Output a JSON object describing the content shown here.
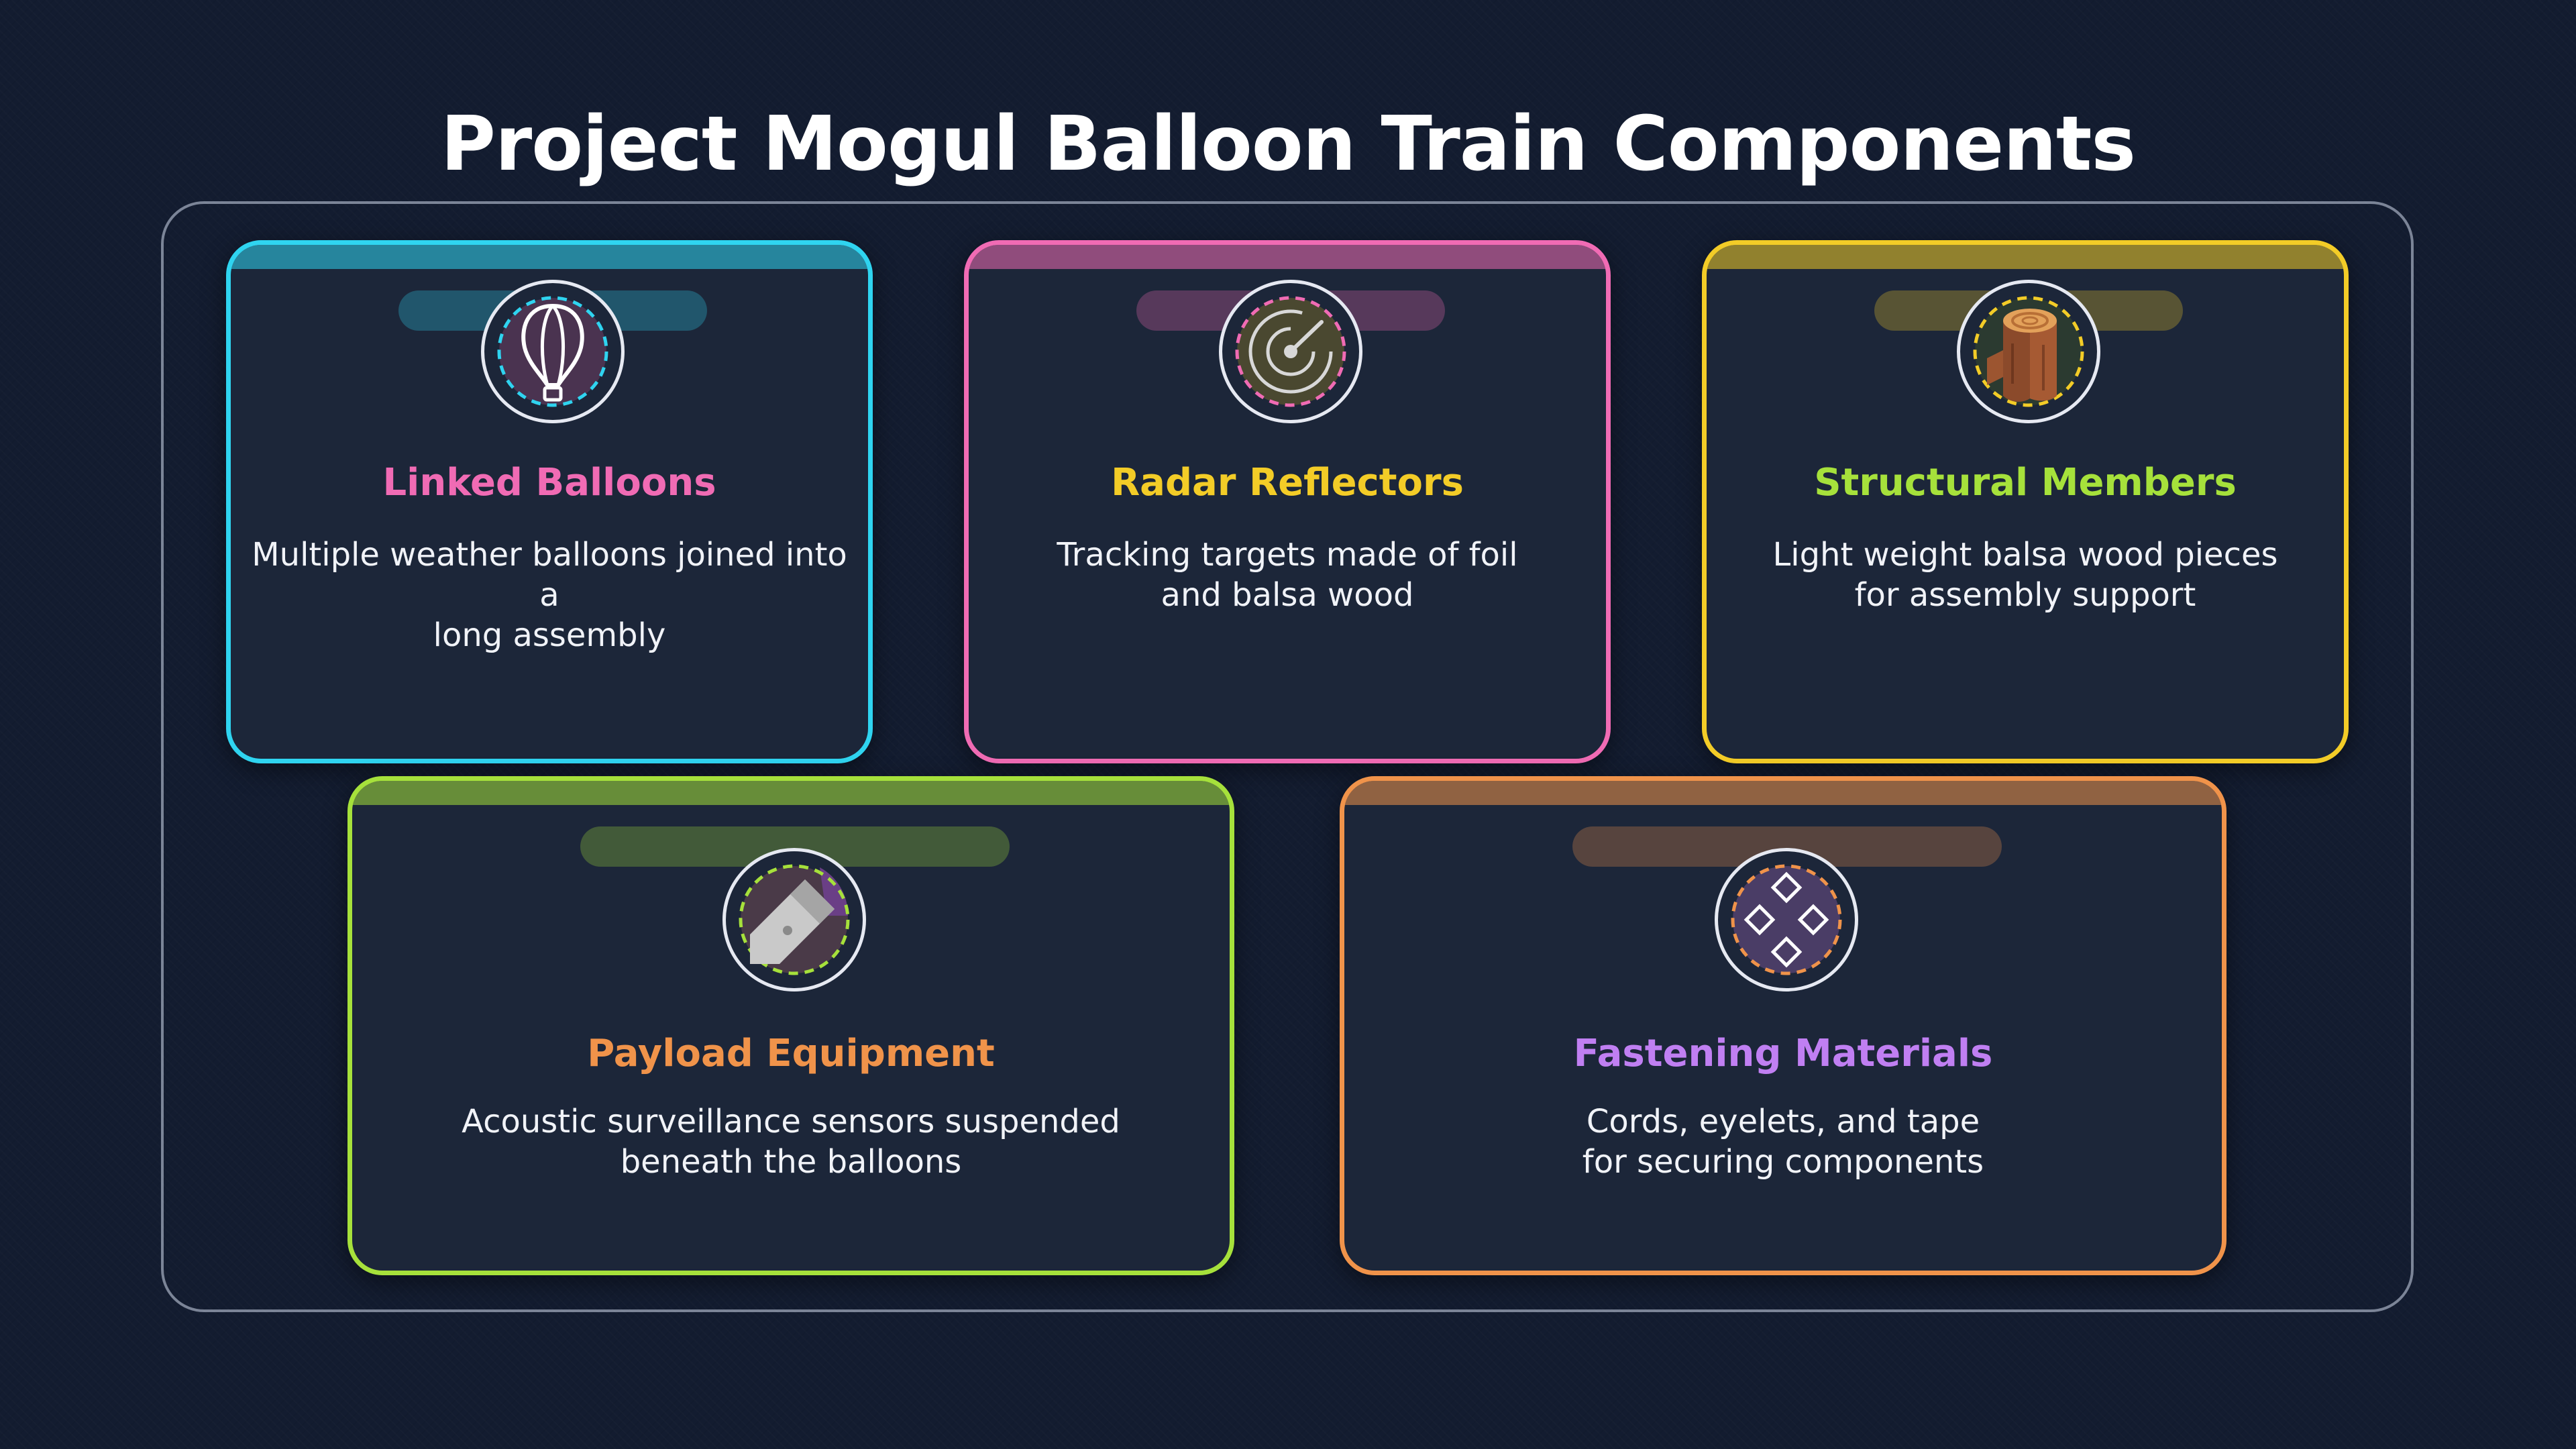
{
  "title": "Project Mogul Balloon Train Components",
  "colors": {
    "background": "#131c30",
    "card": "#1c2639",
    "cyan": "#2fd4f0",
    "pink": "#f06bb4",
    "yellow": "#f3cc27",
    "lime": "#a6e13b",
    "orange": "#f0934a",
    "purple": "#c07ff2"
  },
  "cards": [
    {
      "title": "Linked Balloons",
      "description": "Multiple weather balloons joined into a\nlong assembly",
      "icon": "hot-air-balloon-icon",
      "border_color": "#2fd4f0",
      "title_color": "#f06bb4"
    },
    {
      "title": "Radar Reflectors",
      "description": "Tracking targets made of foil\nand balsa wood",
      "icon": "radar-icon",
      "border_color": "#f06bb4",
      "title_color": "#f3cc27"
    },
    {
      "title": "Structural Members",
      "description": "Light weight balsa wood pieces\nfor assembly support",
      "icon": "wood-log-icon",
      "border_color": "#f3cc27",
      "title_color": "#a6e13b"
    },
    {
      "title": "Payload Equipment",
      "description": "Acoustic surveillance sensors suspended\nbeneath the balloons",
      "icon": "microphone-icon",
      "border_color": "#a6e13b",
      "title_color": "#f0934a"
    },
    {
      "title": "Fastening Materials",
      "description": "Cords, eyelets, and tape\nfor securing components",
      "icon": "fastener-diamonds-icon",
      "border_color": "#f0934a",
      "title_color": "#c07ff2"
    }
  ]
}
